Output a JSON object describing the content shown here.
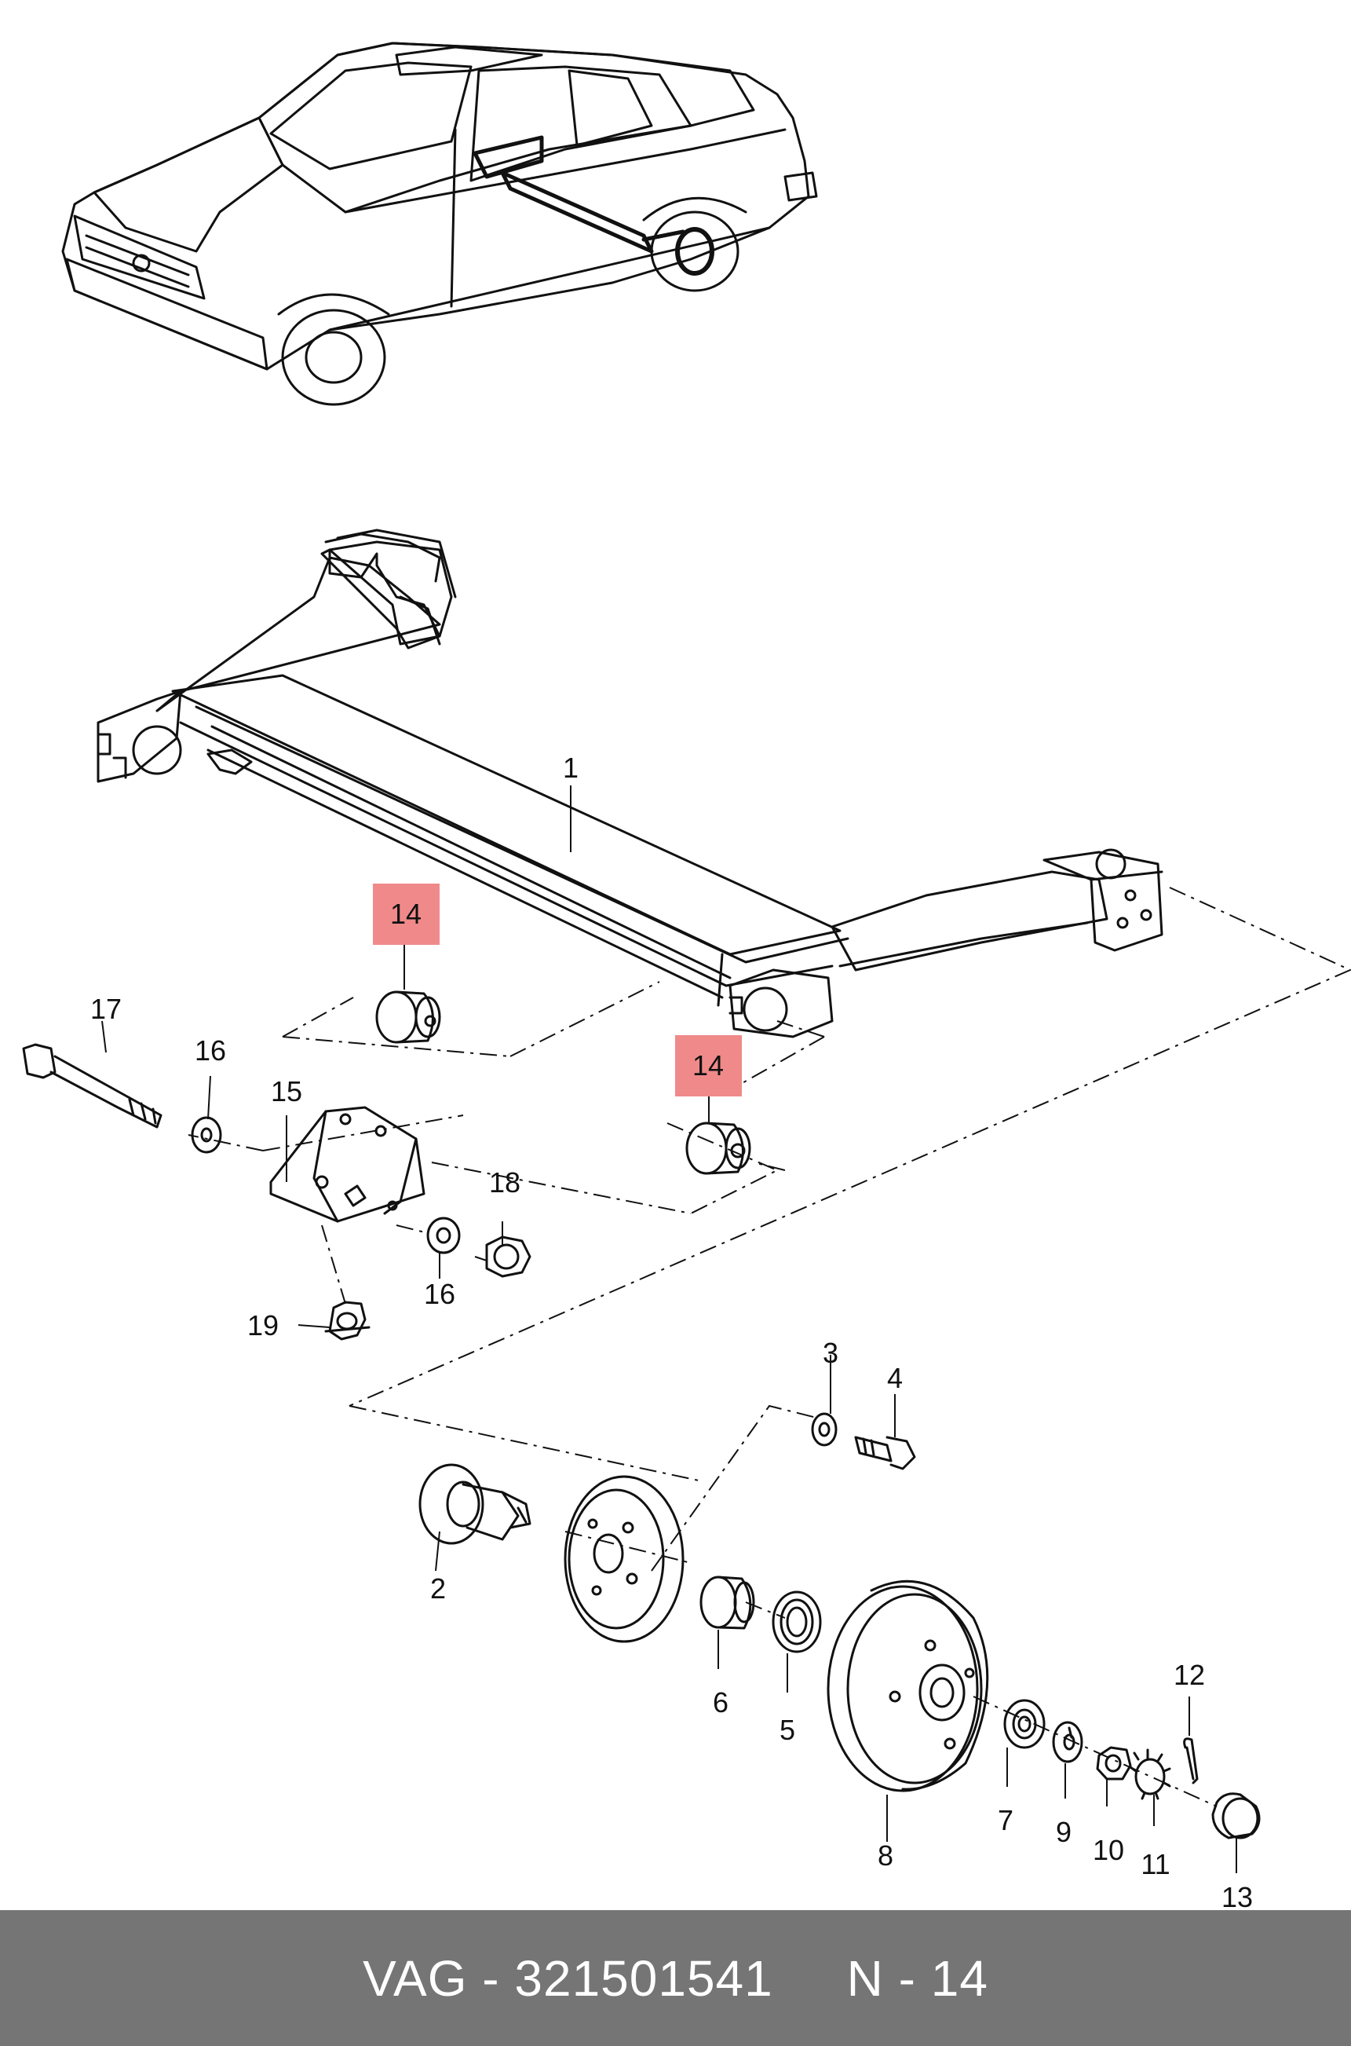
{
  "footer": {
    "brand": "VAG",
    "separator": " - ",
    "part_number": "321501541",
    "gap": "     ",
    "ref_prefix": "N - ",
    "ref_number": "14"
  },
  "callouts": {
    "c1": "1",
    "c2": "2",
    "c3": "3",
    "c4": "4",
    "c5": "5",
    "c6": "6",
    "c7": "7",
    "c8": "8",
    "c9": "9",
    "c10": "10",
    "c11": "11",
    "c12": "12",
    "c13": "13",
    "c14a": "14",
    "c14b": "14",
    "c15": "15",
    "c16a": "16",
    "c16b": "16",
    "c17": "17",
    "c18": "18",
    "c19": "19"
  },
  "colors": {
    "highlight": "#f08a8a",
    "footer_bg": "#757575",
    "footer_text": "#ffffff",
    "line": "#111111"
  }
}
